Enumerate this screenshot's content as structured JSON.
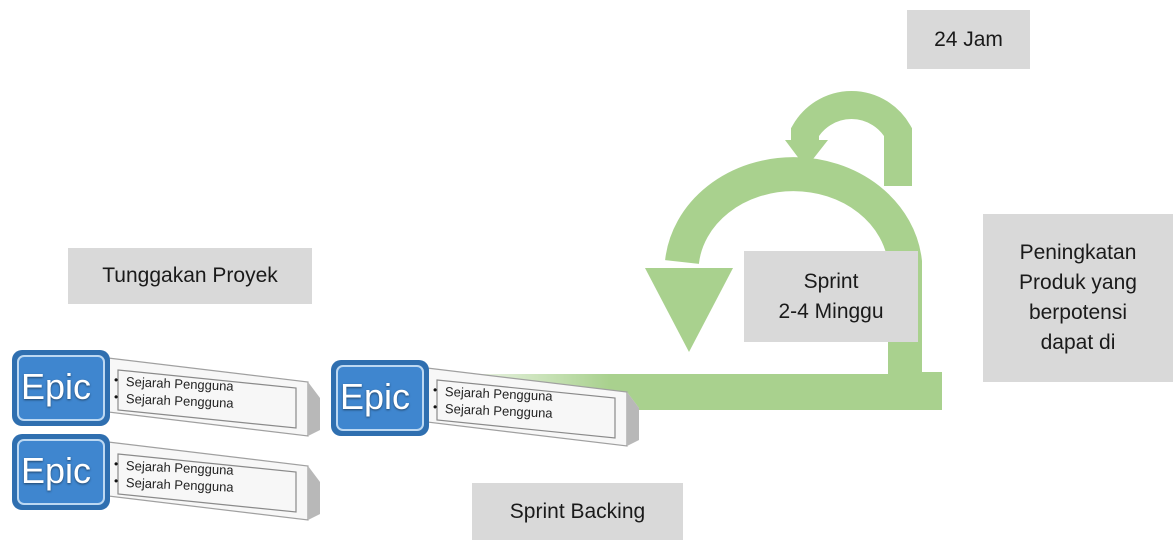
{
  "labels": {
    "hours": "24 Jam",
    "sprint_line1": "Sprint",
    "sprint_line2": "2-4 Minggu",
    "increment_line1": "Peningkatan",
    "increment_line2": "Produk yang",
    "increment_line3": "berpotensi",
    "increment_line4": "dapat di",
    "project_backlog": "Tunggakan Proyek",
    "sprint_backlog": "Sprint Backing"
  },
  "blocks": [
    {
      "epic": "Epic",
      "story1": "Sejarah Pengguna",
      "story2": "Sejarah Pengguna"
    },
    {
      "epic": "Epic",
      "story1": "Sejarah Pengguna",
      "story2": "Sejarah Pengguna"
    },
    {
      "epic": "Epic",
      "story1": "Sejarah Pengguna",
      "story2": "Sejarah Pengguna"
    }
  ],
  "colors": {
    "arrow": "#a9d18e",
    "label_bg": "#d9d9d9",
    "epic_blue": "#2f6fb0"
  }
}
